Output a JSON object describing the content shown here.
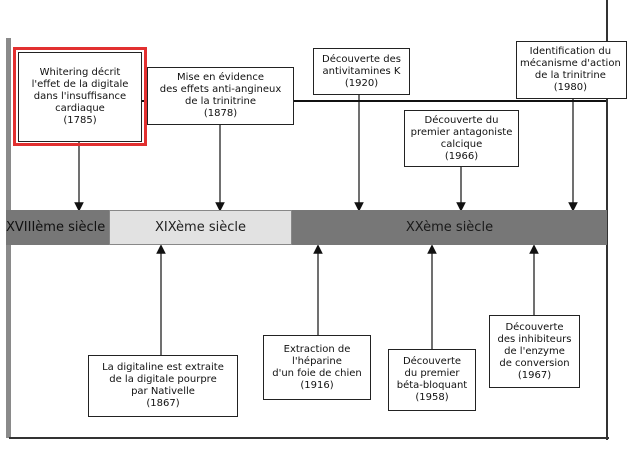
{
  "eras": [
    {
      "label": "XVIIIème siècle"
    },
    {
      "label": "XIXème siècle"
    },
    {
      "label": "XXème siècle"
    }
  ],
  "events_above": [
    {
      "text": "Whitering décrit\nl'effet de la digitale\ndans l'insuffisance\ncardiaque\n(1785)",
      "highlighted": true
    },
    {
      "text": "Mise en évidence\ndes effets anti-angineux\nde la trinitrine\n(1878)"
    },
    {
      "text": "Découverte des\nantivitamines K\n(1920)"
    },
    {
      "text": "Découverte du\npremier antagoniste\ncalcique\n(1966)"
    },
    {
      "text": "Identification du\nmécanisme d'action\nde la trinitrine\n(1980)"
    }
  ],
  "events_below": [
    {
      "text": "La digitaline est extraite\nde la digitale pourpre\npar Nativelle\n(1867)"
    },
    {
      "text": "Extraction de\nl'héparine\nd'un foie de chien\n(1916)"
    },
    {
      "text": "Découverte\ndu premier\nbéta-bloquant\n(1958)"
    },
    {
      "text": "Découverte\ndes inhibiteurs\nde l'enzyme\nde conversion\n(1967)"
    }
  ],
  "colors": {
    "highlight": "#e23030",
    "era_dark": "#777777",
    "era_light": "#e2e2e2"
  }
}
